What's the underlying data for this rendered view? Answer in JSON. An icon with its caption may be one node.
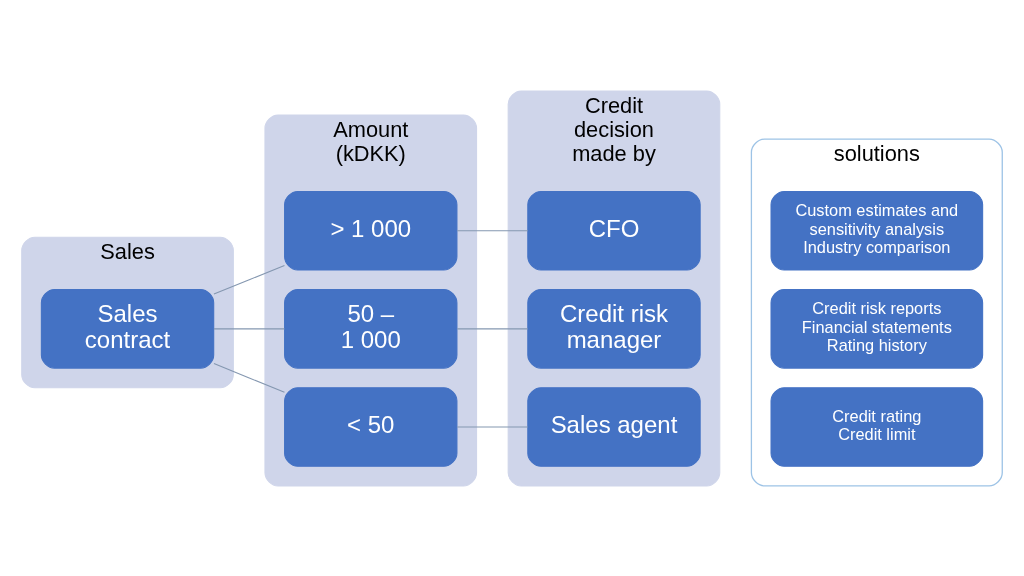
{
  "diagram": {
    "nodes": [
      {
        "text": [
          "Sales"
        ]
      },
      {
        "text": [
          "Sales contract"
        ],
        "in": 0
      },
      {
        "text": [
          "Amount (kDKK)"
        ]
      },
      {
        "text": [
          "> 1 000"
        ],
        "in": 2
      },
      {
        "text": [
          "50 – 1 000"
        ],
        "in": 2
      },
      {
        "text": [
          "< 50"
        ],
        "in": 2
      },
      {
        "text": [
          "Credit decision made by"
        ]
      },
      {
        "text": [
          "CFO"
        ],
        "in": 6
      },
      {
        "text": [
          "Credit risk manager"
        ],
        "in": 6
      },
      {
        "text": [
          "Sales agent"
        ],
        "in": 6
      },
      {
        "text": [
          "solutions"
        ]
      },
      {
        "text": [
          "Custom estimates and sensitivity analysis",
          "Industry comparison"
        ],
        "in": 10
      },
      {
        "text": [
          "Credit risk reports",
          "Financial statements",
          "Rating history"
        ],
        "in": 10
      },
      {
        "text": [
          "Credit rating",
          "Credit limit"
        ],
        "in": 10
      }
    ],
    "edges": [
      {
        "from": 1,
        "to": 3,
        "arrow": "none"
      },
      {
        "from": 1,
        "to": 4,
        "arrow": "none"
      },
      {
        "from": 1,
        "to": 5,
        "arrow": "none"
      },
      {
        "from": 3,
        "to": 7,
        "arrow": "none"
      },
      {
        "from": 4,
        "to": 8,
        "arrow": "none"
      },
      {
        "from": 5,
        "to": 9,
        "arrow": "none"
      }
    ]
  }
}
